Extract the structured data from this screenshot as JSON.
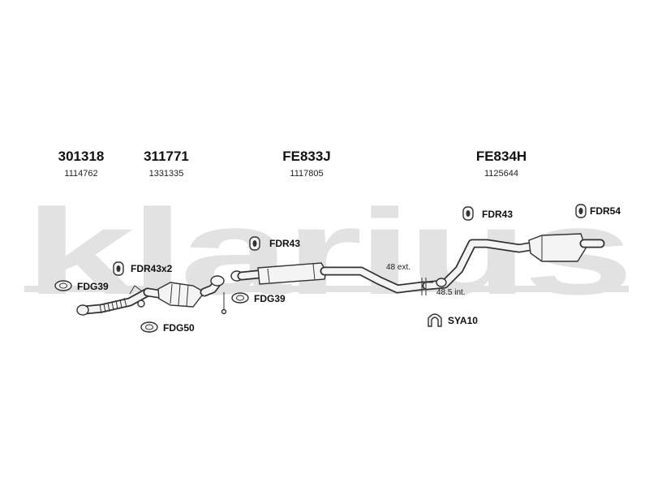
{
  "watermark": {
    "text": "klarius",
    "color": "#e2e2e2"
  },
  "part_numbers": [
    {
      "id": "301318",
      "code": "1114762"
    },
    {
      "id": "311771",
      "code": "1331335"
    },
    {
      "id": "FE833J",
      "code": "1117805"
    },
    {
      "id": "FE834H",
      "code": "1125644"
    }
  ],
  "callouts": {
    "fdr54": "FDR54",
    "fdr43_top": "FDR43",
    "fdr43_mid": "FDR43",
    "fdr43x2": "FDR43x2",
    "fdg39_left": "FDG39",
    "fdg39_mid": "FDG39",
    "fdg50": "FDG50",
    "sya10": "SYA10"
  },
  "dimensions": {
    "ext": "48 ext.",
    "int": "48.5 int."
  },
  "icons": {
    "hanger": "rubber-hanger-icon",
    "gasket": "gasket-icon",
    "clamp": "clamp-icon"
  },
  "colors": {
    "line": "#333333",
    "part_fill": "#f4f4f4"
  }
}
